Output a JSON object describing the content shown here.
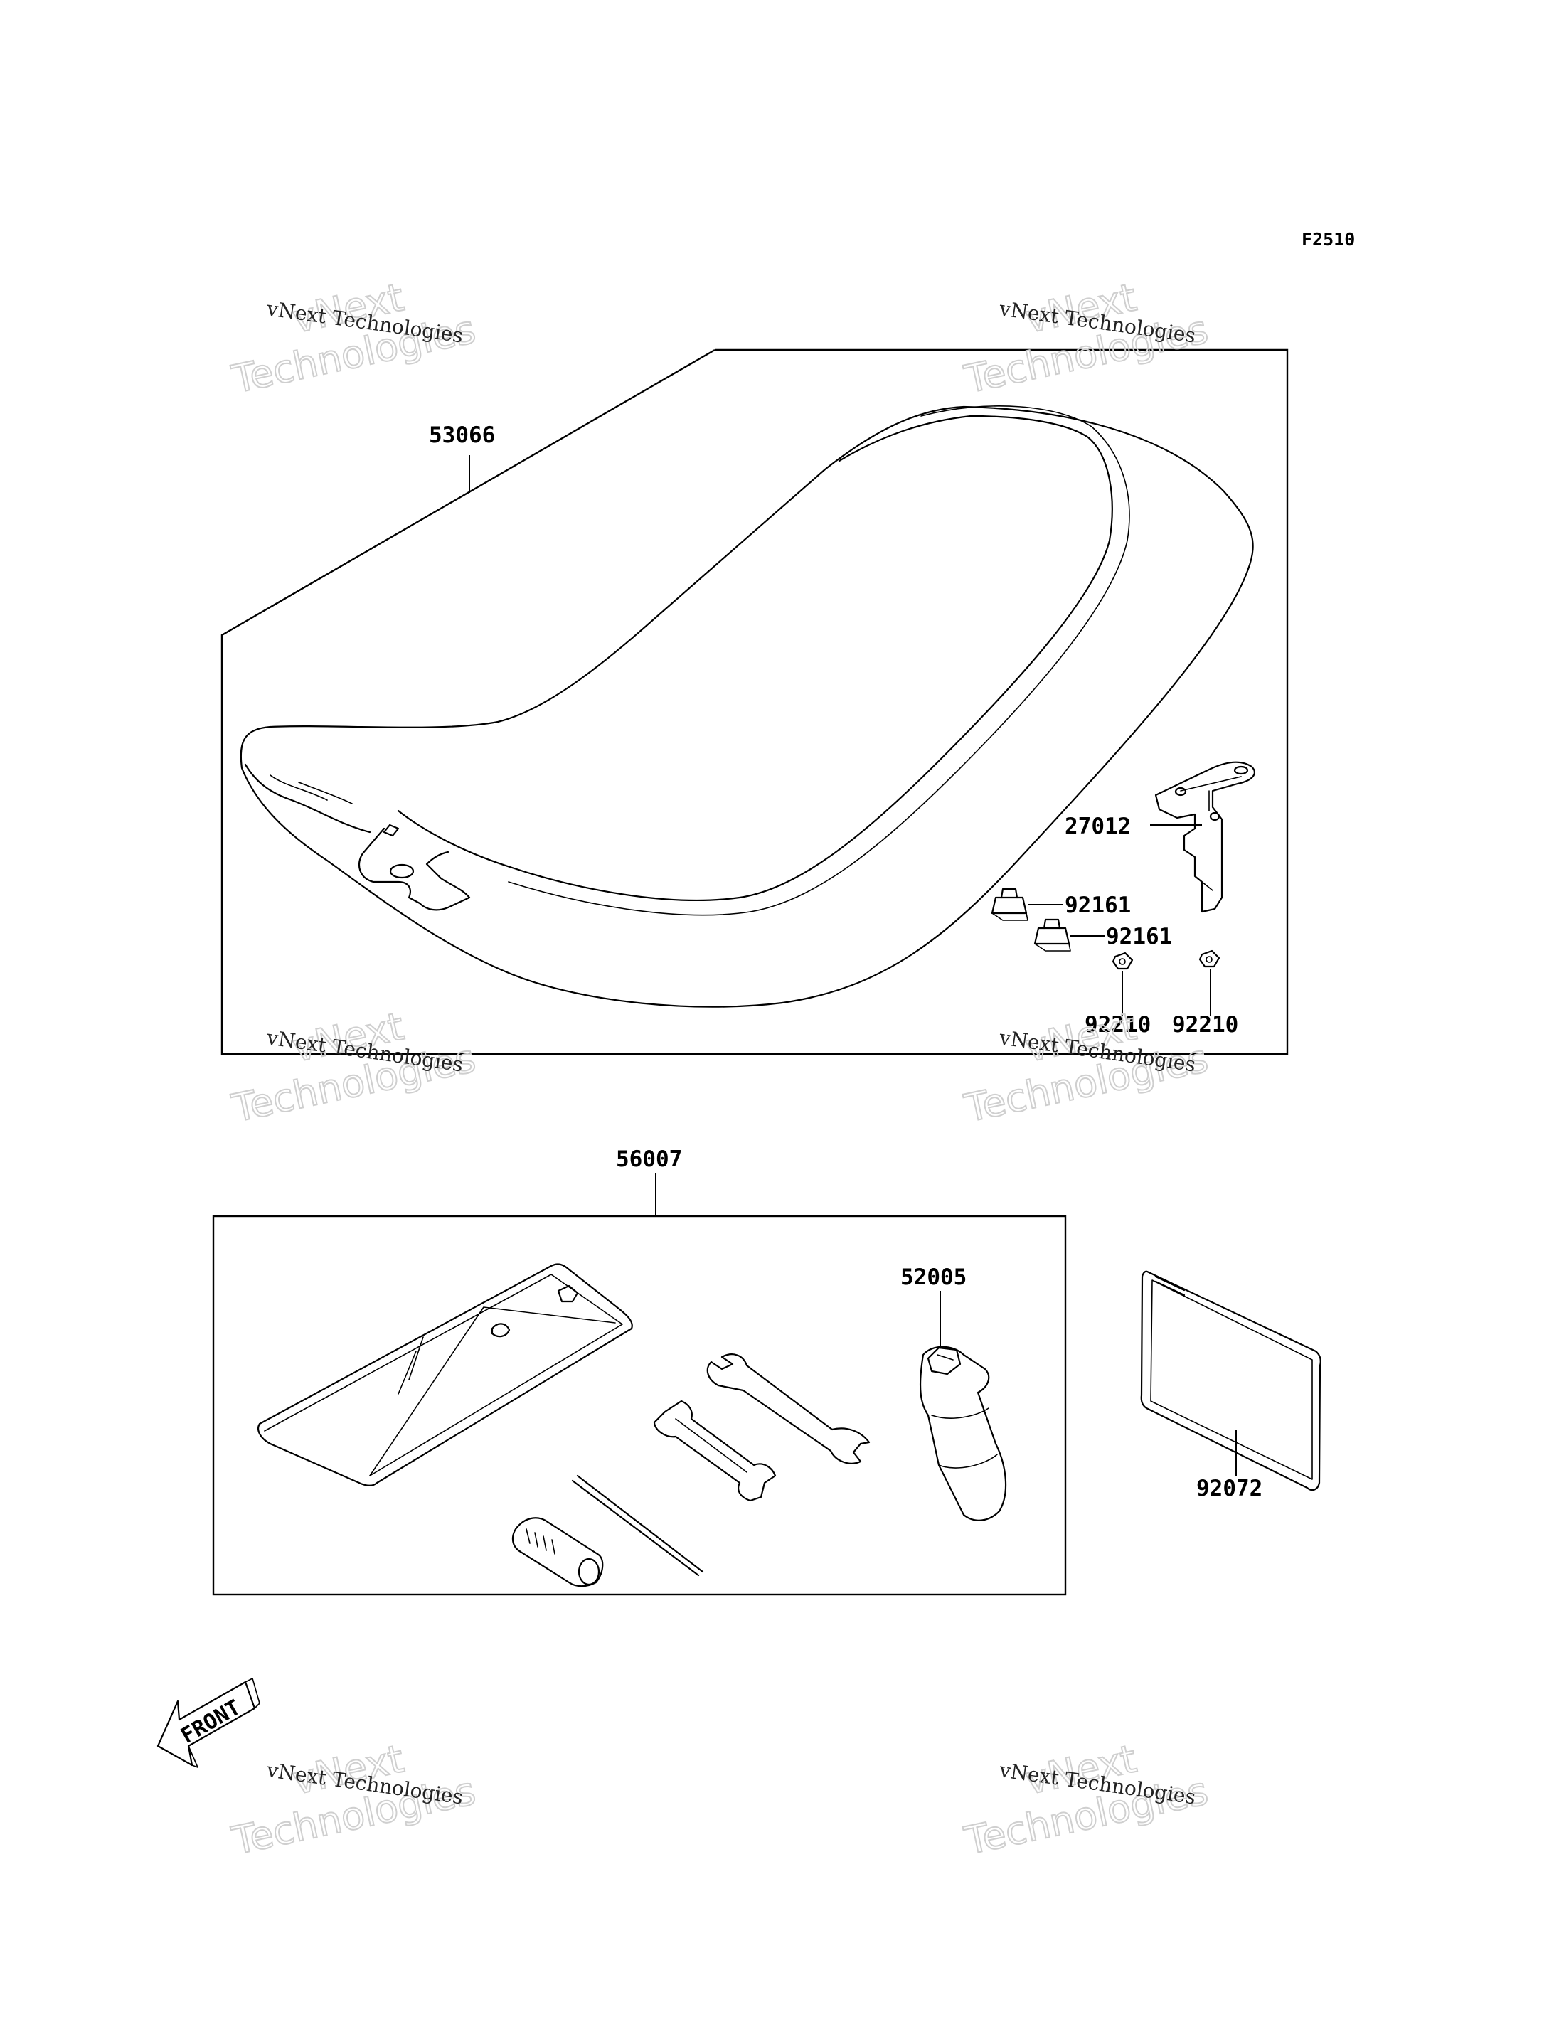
{
  "figure_code": "F2510",
  "parts": {
    "seat": "53066",
    "bracket": "27012",
    "damper_a": "92161",
    "damper_b": "92161",
    "nut_a": "92210",
    "nut_b": "92210",
    "tool_kit": "56007",
    "grip_tool": "52005",
    "manual_card": "92072"
  },
  "front_marker": "FRONT",
  "watermark": {
    "line": "vNext Technologies",
    "big_top": "vNext",
    "big_bottom": "Technologies"
  }
}
